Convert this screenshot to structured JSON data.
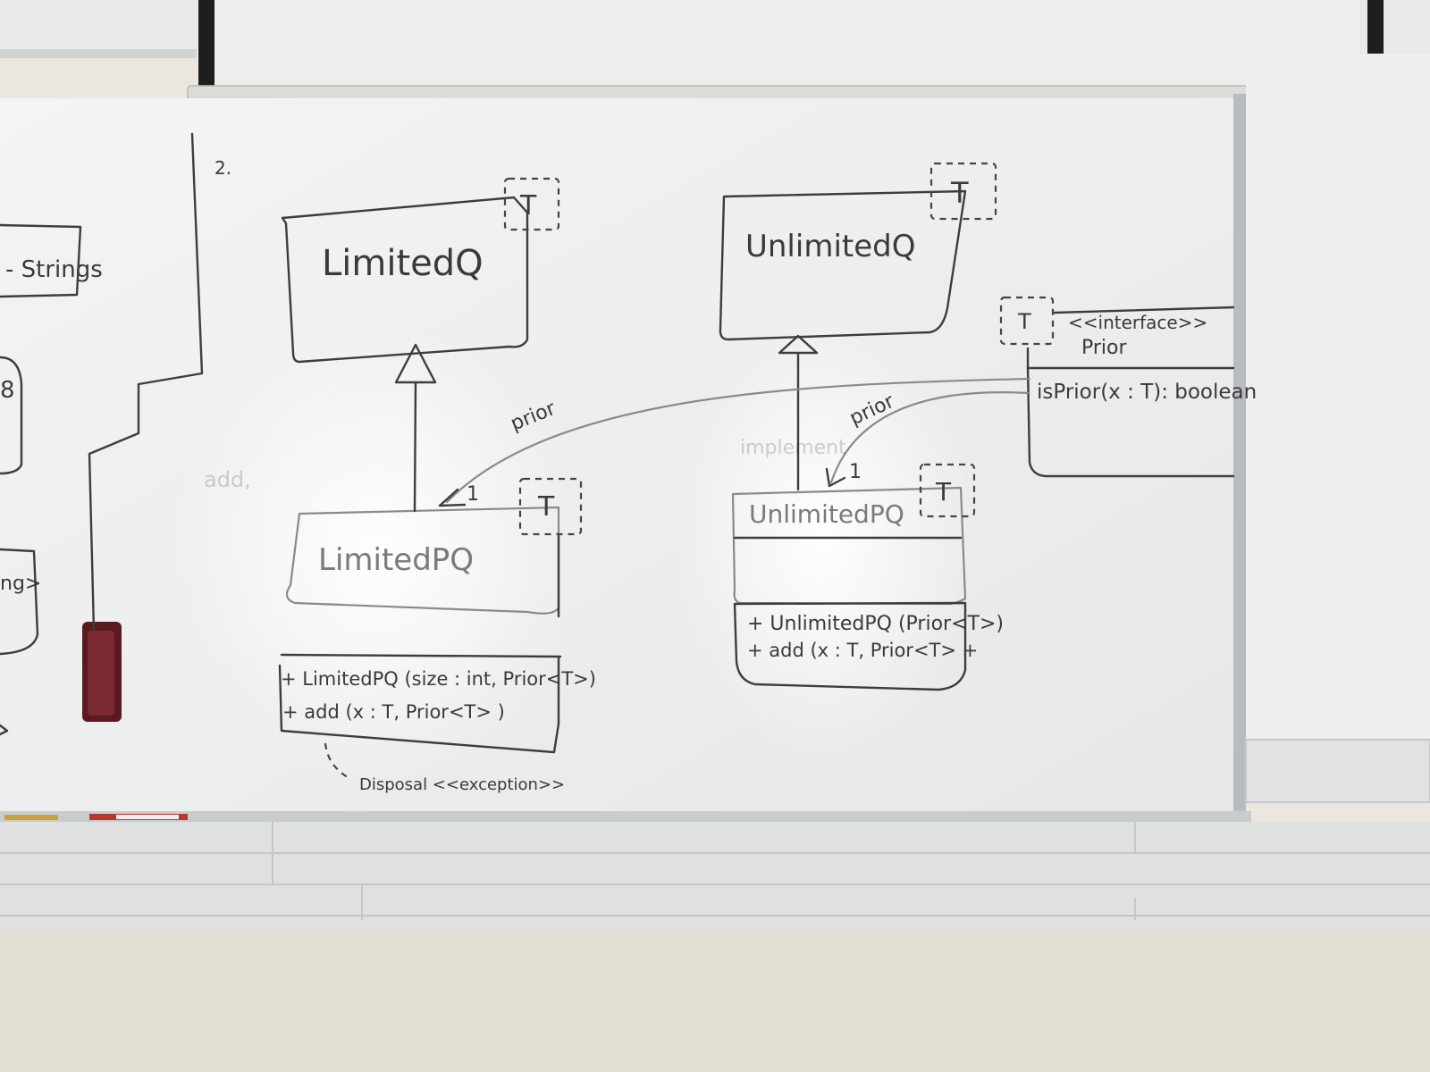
{
  "diagram": {
    "number": "2.",
    "left_fragment": "- Strings",
    "left_fragment_2": "8",
    "left_fragment_3": "ng>",
    "generic_param": "T",
    "classes": {
      "limited_q": {
        "name": "LimitedQ"
      },
      "unlimited_q": {
        "name": "UnlimitedQ"
      },
      "limited_pq": {
        "name": "LimitedPQ",
        "ops": [
          "+ LimitedPQ (size : int, Prior<T>)",
          "+ add (x : T, Prior<T> )"
        ]
      },
      "unlimited_pq": {
        "name": "UnlimitedPQ",
        "ops": [
          "+ UnlimitedPQ (Prior<T>)",
          "+ add (x : T, Prior<T> +"
        ]
      },
      "prior": {
        "stereotype": "<<interface>>",
        "name": "Prior",
        "ops": [
          "isPrior(x : T): boolean"
        ]
      }
    },
    "associations": [
      {
        "label": "prior",
        "multiplicity": "1"
      },
      {
        "label": "prior",
        "multiplicity": "1"
      }
    ],
    "exception_note": "Disposal <<exception>>",
    "ghost_texts": [
      "add,",
      "implement"
    ]
  }
}
